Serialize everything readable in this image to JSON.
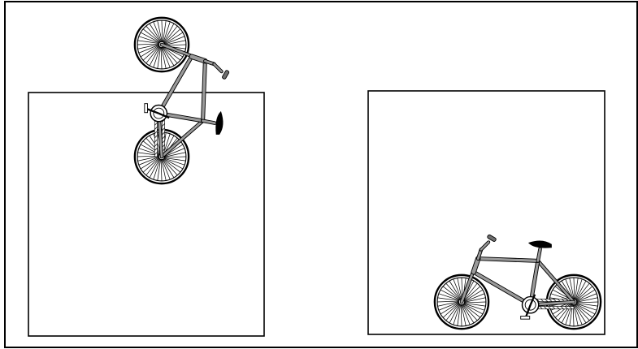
{
  "figure": {
    "panels": [
      {
        "id": "left",
        "content": "bicycle",
        "orientation": "vertical"
      },
      {
        "id": "right",
        "content": "bicycle",
        "orientation": "horizontal"
      }
    ],
    "colors": {
      "line": "#000000",
      "frame": "#9a9a9a",
      "frame_dark": "#6f6f6f",
      "saddle": "#000000",
      "background": "#ffffff"
    },
    "icons": [
      "bicycle-icon",
      "chain-hatch"
    ]
  }
}
